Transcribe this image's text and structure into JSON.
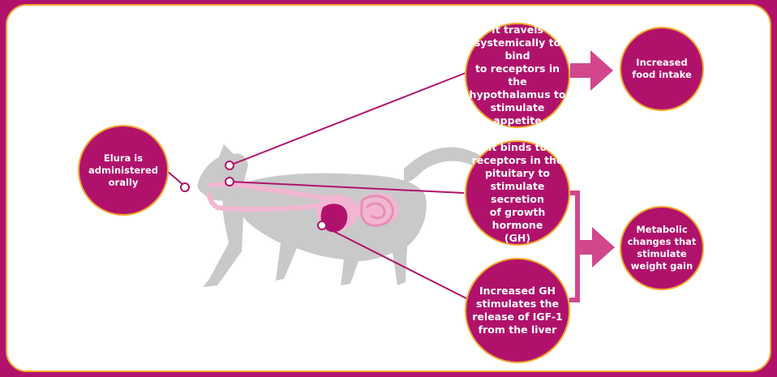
{
  "colors": {
    "frame": "#b0126b",
    "frame_border": "#f3a72d",
    "bubble_fill": "#b0126b",
    "bubble_border": "#f3a72d",
    "bubble_text": "#ffffff",
    "arrow": "#d2478b",
    "cat_body": "#c9c9c9",
    "organ_light": "#f2b6d1",
    "organ_dark": "#b0126b",
    "connector": "#b0126b"
  },
  "bubbles": {
    "administered": "Elura is\nadministered\norally",
    "hypothalamus": "It travels\nsystemically to bind\nto receptors in the\nhypothalamus to\nstimulate appetite",
    "food_intake": "Increased\nfood intake",
    "pituitary": "It binds to\nreceptors in the\npituitary to\nstimulate secretion\nof growth hormone\n(GH)",
    "igf1": "Increased GH\nstimulates the\nrelease of IGF-1\nfrom the liver",
    "metabolic": "Metabolic\nchanges that\nstimulate\nweight gain"
  },
  "icons": {
    "cat": "cat-silhouette-icon",
    "arrow_top": "right-arrow-icon",
    "arrow_bottom": "right-arrow-icon",
    "bracket": "bracket-connector"
  }
}
